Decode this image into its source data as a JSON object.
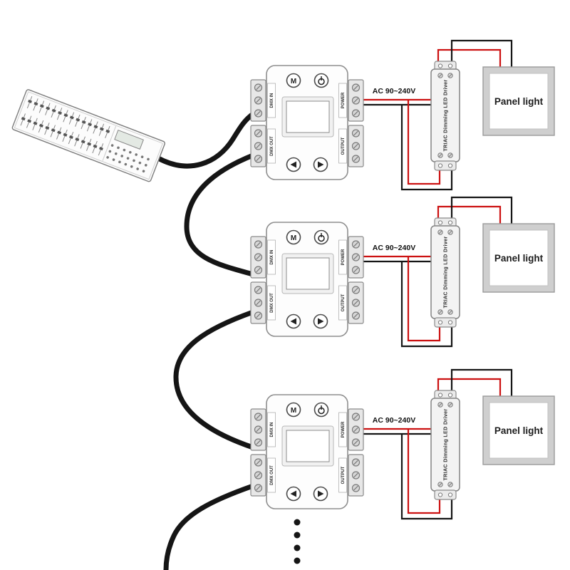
{
  "diagram": {
    "ac_label": "AC 90~240V",
    "panel_label": "Panel light",
    "driver_label": "TRIAC Dimming LED Driver",
    "controller": {
      "mode_button": "M",
      "ports": {
        "dmx_in": "DMX IN",
        "dmx_out": "DMX OUT",
        "power": "POWER",
        "output": "OUTPUT"
      }
    },
    "groups_shown": 3,
    "continuation_dots": 4,
    "colors": {
      "live_wire": "#cc1111",
      "neutral_wire": "#151515",
      "dmx_cable": "#151515"
    }
  }
}
